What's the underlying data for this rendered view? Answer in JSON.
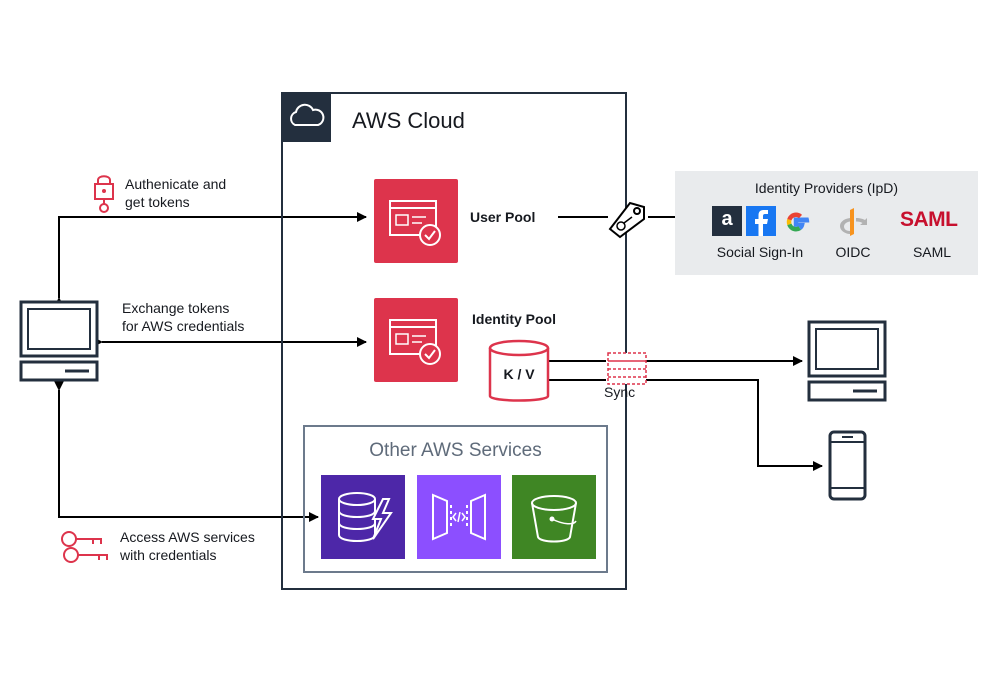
{
  "cloud": {
    "title": "AWS Cloud",
    "icon": "cloud-icon"
  },
  "user_pool": {
    "label": "User Pool",
    "icon": "cognito-user-pool-icon"
  },
  "identity_pool": {
    "label": "Identity Pool",
    "icon": "cognito-identity-pool-icon"
  },
  "kv_store": {
    "label": "K / V",
    "icon": "database-cylinder-icon"
  },
  "sync": {
    "label": "Sync",
    "icon": "sync-icon"
  },
  "steps": {
    "authenticate": "Authenicate and\nget tokens",
    "exchange": "Exchange tokens\nfor AWS credentials",
    "access": "Access AWS services\nwith credentials"
  },
  "idp": {
    "title": "Identity Providers (IpD)",
    "social": "Social Sign-In",
    "oidc": "OIDC",
    "saml": "SAML",
    "saml_logo": "SAML",
    "amazon_logo": "a"
  },
  "other": {
    "title": "Other AWS Services",
    "services": [
      "dynamodb-icon",
      "api-gateway-icon",
      "s3-bucket-icon"
    ]
  },
  "colors": {
    "cognito": "#dd344c",
    "dynamodb": "#4d27a8",
    "api_gateway": "#8c4fff",
    "s3": "#3f8624",
    "dark": "#232f3e",
    "idp_bg": "#e9ebed"
  }
}
